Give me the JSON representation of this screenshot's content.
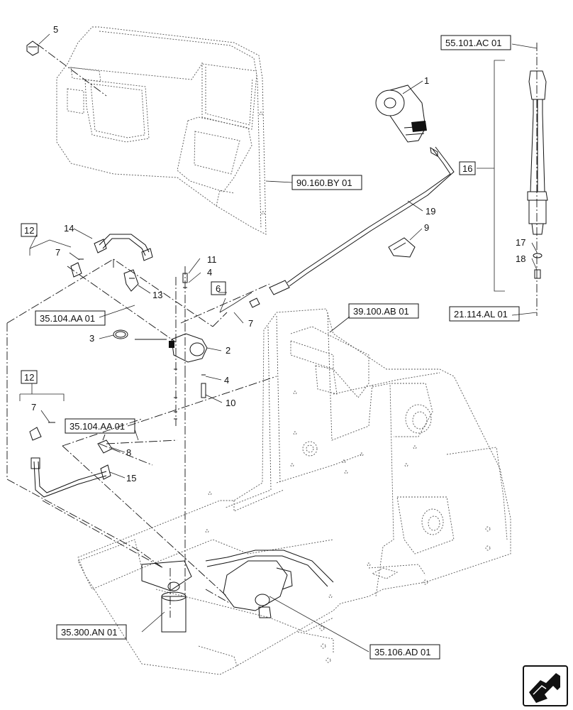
{
  "parts": {
    "p1": "1",
    "p2": "2",
    "p3": "3",
    "p4a": "4",
    "p4b": "4",
    "p5": "5",
    "p6": "6",
    "p7a": "7",
    "p7b": "7",
    "p7c": "7",
    "p8": "8",
    "p9": "9",
    "p10": "10",
    "p11": "11",
    "p12a": "12",
    "p12b": "12",
    "p13": "13",
    "p14": "14",
    "p15": "15",
    "p16": "16",
    "p17": "17",
    "p18": "18",
    "p19": "19"
  },
  "refs": {
    "r_55101ac": "55.101.AC 01",
    "r_90160by": "90.160.BY 01",
    "r_35104aa_a": "35.104.AA 01",
    "r_35104aa_b": "35.104.AA 01",
    "r_39100ab": "39.100.AB 01",
    "r_21114al": "21.114.AL 01",
    "r_35300an": "35.300.AN 01",
    "r_35106ad": "35.106.AD 01"
  },
  "icons": {
    "nav": "arrow-navigation-icon"
  }
}
